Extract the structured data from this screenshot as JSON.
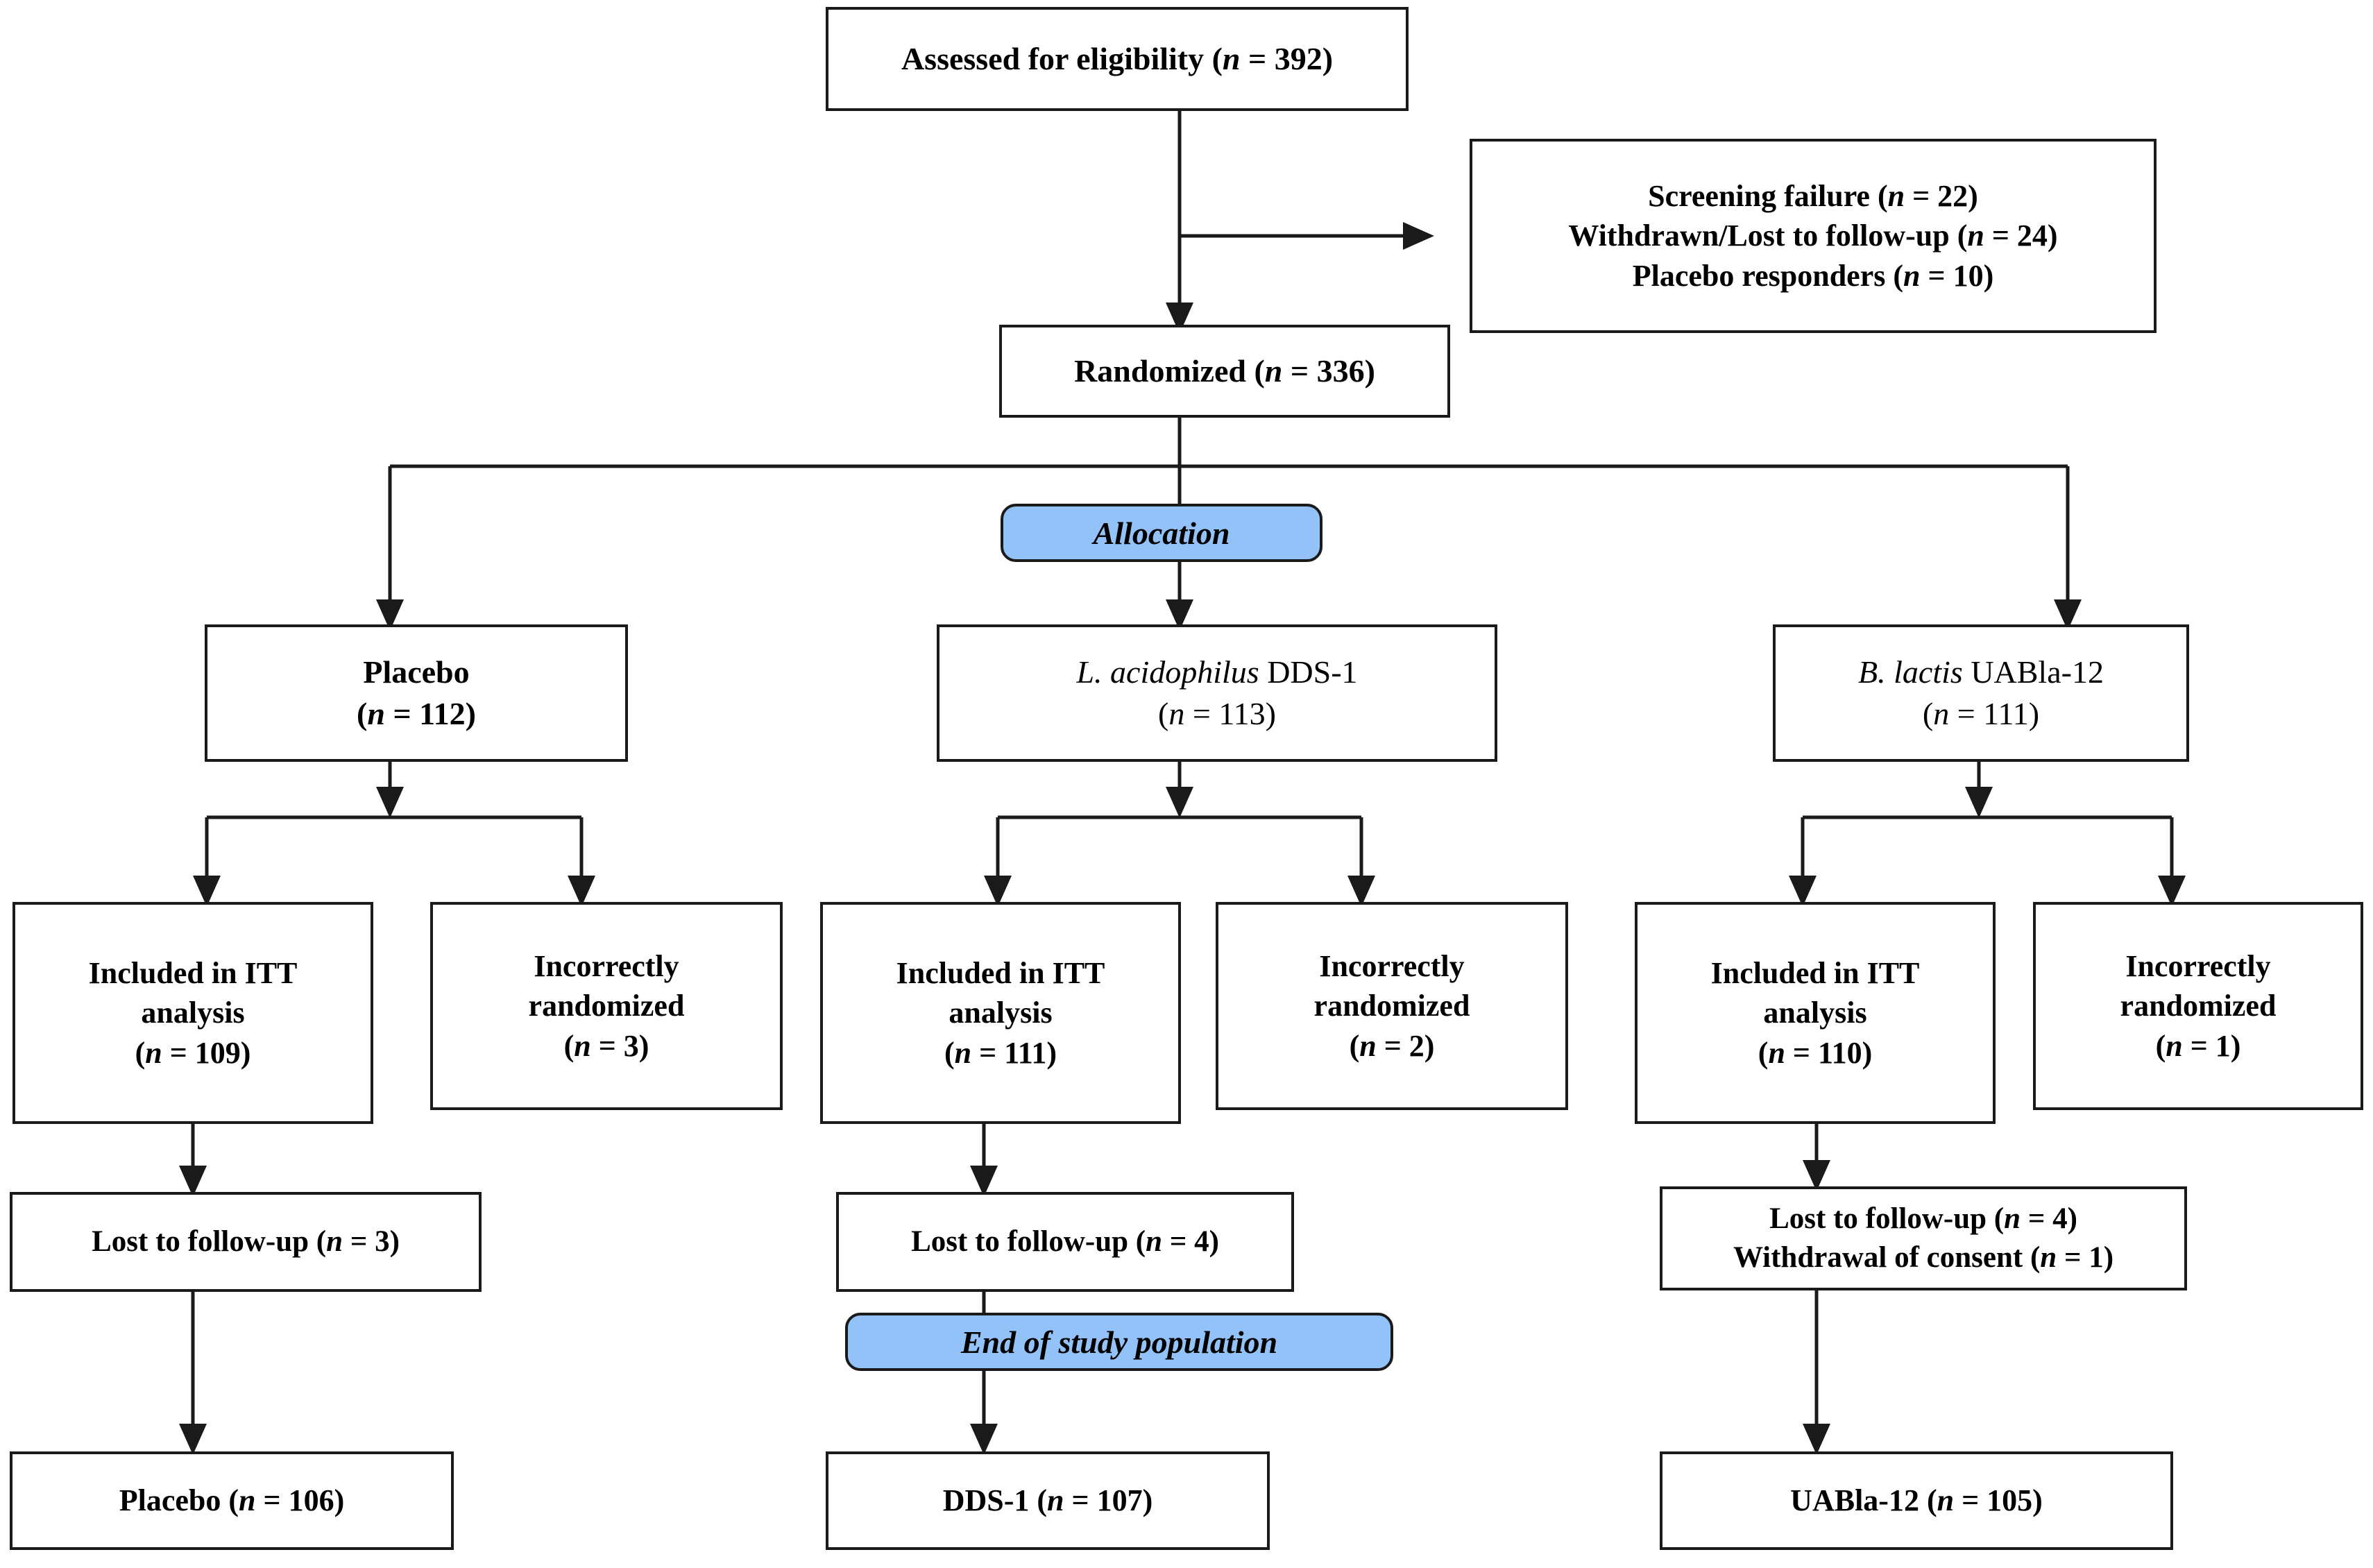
{
  "diagram": {
    "title": "CONSORT participant flow diagram",
    "accent_color": "#92C2F7",
    "line_color": "#1a1a1a",
    "background": "#ffffff"
  },
  "nodes": {
    "assessed": {
      "line1_pre": "Assessed for eligibility (",
      "nvar": "n",
      "line1_post": " = 392)"
    },
    "exclusions": {
      "l1_pre": "Screening failure (",
      "l1_n": "n",
      "l1_post": " = 22)",
      "l2_pre": "Withdrawn/Lost to follow-up (",
      "l2_n": "n",
      "l2_post": " = 24)",
      "l3_pre": "Placebo responders (",
      "l3_n": "n",
      "l3_post": " = 10)"
    },
    "randomized": {
      "pre": "Randomized (",
      "nvar": "n",
      "post": " = 336)"
    },
    "allocation_banner": {
      "label": "Allocation"
    },
    "end_of_study_banner": {
      "label": "End of study population"
    },
    "group_placebo": {
      "name": "Placebo",
      "n_pre": "(",
      "nvar": "n",
      "n_post": " = 112)"
    },
    "group_dds1": {
      "species": "L. acidophilus",
      "strain": " DDS-1",
      "n_pre": "(",
      "nvar": "n",
      "n_post": " = 113)"
    },
    "group_uabla": {
      "species": "B. lactis",
      "strain": " UABla-12",
      "n_pre": "(",
      "nvar": "n",
      "n_post": " = 111)"
    },
    "itt_placebo": {
      "l1": "Included in ITT",
      "l2": "analysis",
      "n_pre": "(",
      "nvar": "n",
      "n_post": " = 109)"
    },
    "itt_dds1": {
      "l1": "Included in ITT",
      "l2": "analysis",
      "n_pre": "(",
      "nvar": "n",
      "n_post": " = 111)"
    },
    "itt_uabla": {
      "l1": "Included in ITT",
      "l2": "analysis",
      "n_pre": "(",
      "nvar": "n",
      "n_post": " = 110)"
    },
    "incorrect_placebo": {
      "l1": "Incorrectly",
      "l2": "randomized",
      "n_pre": "(",
      "nvar": "n",
      "n_post": " = 3)"
    },
    "incorrect_dds1": {
      "l1": "Incorrectly",
      "l2": "randomized",
      "n_pre": "(",
      "nvar": "n",
      "n_post": " = 2)"
    },
    "incorrect_uabla": {
      "l1": "Incorrectly",
      "l2": "randomized",
      "n_pre": "(",
      "nvar": "n",
      "n_post": " = 1)"
    },
    "lost_placebo": {
      "pre": "Lost to follow-up (",
      "nvar": "n",
      "post": " = 3)"
    },
    "lost_dds1": {
      "pre": "Lost to follow-up (",
      "nvar": "n",
      "post": " = 4)"
    },
    "lost_uabla": {
      "l1_pre": "Lost to follow-up (",
      "l1_n": "n",
      "l1_post": " = 4)",
      "l2_pre": "Withdrawal of consent (",
      "l2_n": "n",
      "l2_post": " = 1)"
    },
    "final_placebo": {
      "pre": "Placebo (",
      "nvar": "n",
      "post": " = 106)"
    },
    "final_dds1": {
      "pre": "DDS-1 (",
      "nvar": "n",
      "post": " = 107)"
    },
    "final_uabla": {
      "pre": "UABla-12 (",
      "nvar": "n",
      "post": " = 105)"
    }
  }
}
